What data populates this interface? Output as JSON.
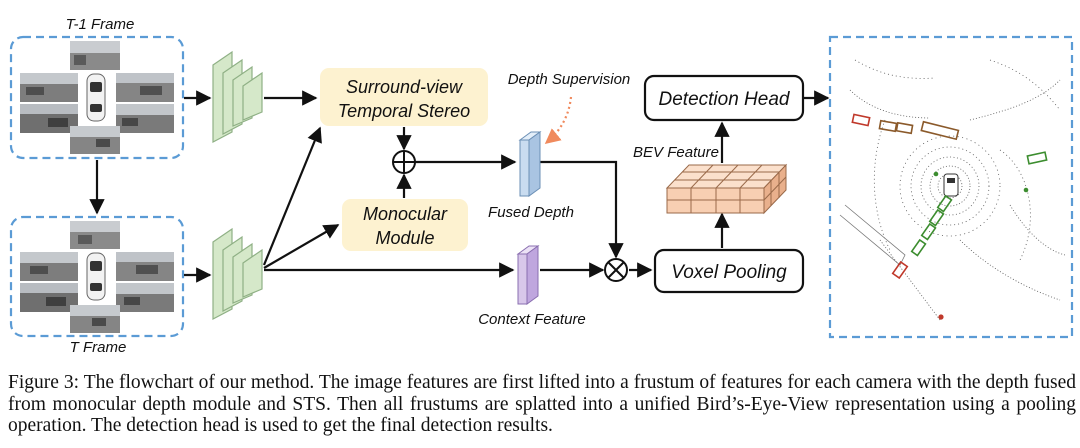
{
  "labels": {
    "t1_frame": "T-1 Frame",
    "t_frame": "T Frame",
    "sts_line1": "Surround-view",
    "sts_line2": "Temporal Stereo",
    "mono_line1": "Monocular",
    "mono_line2": "Module",
    "depth_supervision": "Depth Supervision",
    "fused_depth": "Fused Depth",
    "context_feature": "Context Feature",
    "bev_feature": "BEV Feature",
    "detection_head": "Detection Head",
    "voxel_pooling": "Voxel Pooling"
  },
  "caption": "Figure 3: The flowchart of our method. The image features are first lifted into a frustum of features for each camera with the depth fused from monocular depth module and STS. Then all frustums are splatted into a unified Bird’s-Eye-View representation using a pooling operation. The detection head is used to get the final detection results.",
  "colors": {
    "dashed_border": "#5b9bd5",
    "module_fill": "#fdf2d0",
    "encoder_fill": "#d5e8c9",
    "encoder_stroke": "#8fb085",
    "fused_depth_fill": "#c9dcf0",
    "context_fill": "#d8c7ea",
    "bev_fill": "#f8cfb2",
    "supervision_arrow": "#f08a5d",
    "box_red": "#c0392b",
    "box_brown": "#8b5a2b",
    "box_green": "#3c8d2f"
  }
}
